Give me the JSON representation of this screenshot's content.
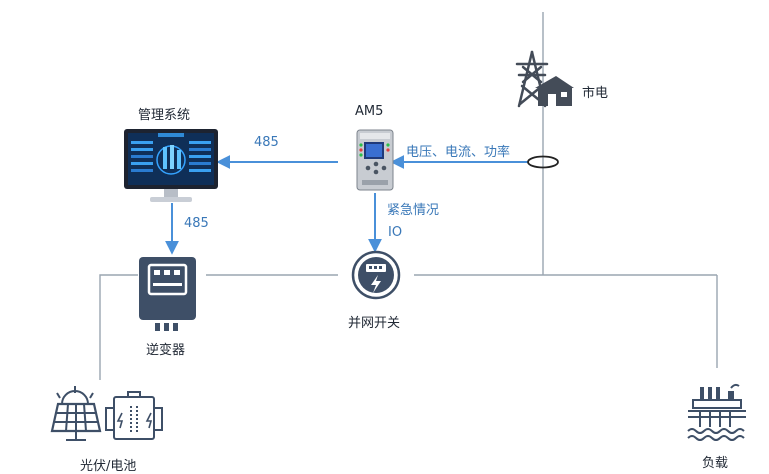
{
  "nodes": {
    "grid": {
      "label": "市电"
    },
    "management": {
      "label": "管理系统"
    },
    "am5": {
      "label": "AM5"
    },
    "inverter": {
      "label": "逆变器"
    },
    "switch": {
      "label": "并网开关"
    },
    "pv_battery": {
      "label": "光伏/电池"
    },
    "load": {
      "label": "负载"
    }
  },
  "edges": {
    "am5_to_management": {
      "label": "485"
    },
    "management_to_inverter": {
      "label": "485"
    },
    "measurement": {
      "label": "电压、电流、功率"
    },
    "emergency": {
      "label": "紧急情况"
    },
    "io": {
      "label": "IO"
    }
  },
  "colors": {
    "line": "#9aa5b1",
    "arrow": "#4a90d9",
    "device": "#3e4f67",
    "grid_tower": "#444c58"
  }
}
